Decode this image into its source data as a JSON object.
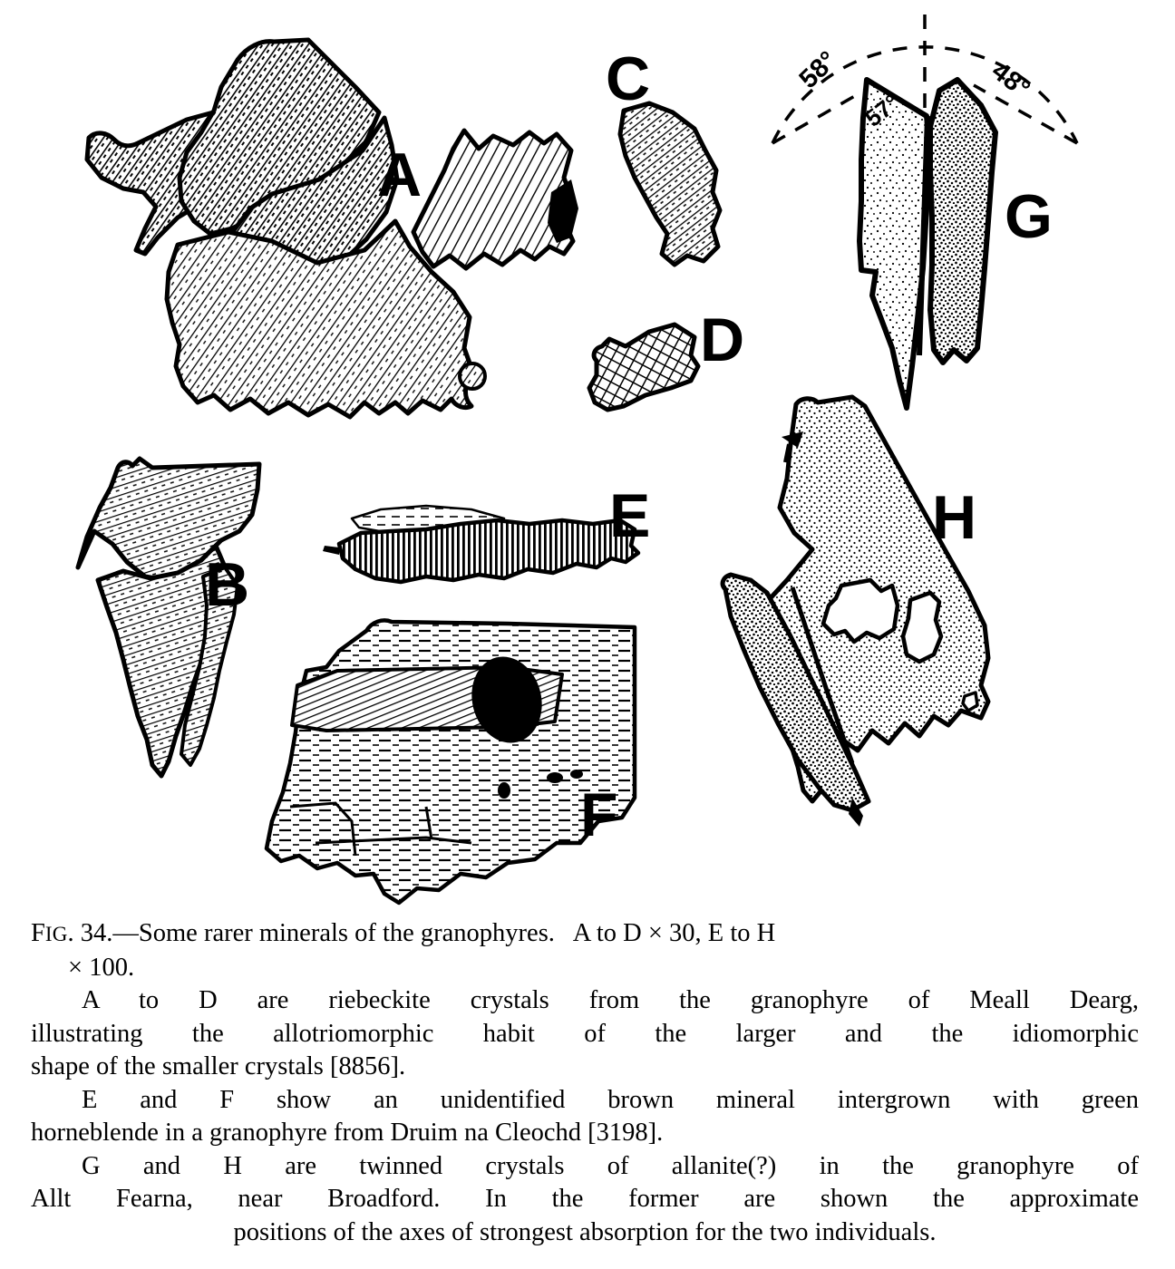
{
  "figure": {
    "plate_title": "Fig. 34 — Some rarer minerals of the granophyres",
    "specimens": [
      {
        "id": "A",
        "label": "A",
        "mineral": "riebeckite",
        "texture": "dense diagonal hatching"
      },
      {
        "id": "B",
        "label": "B",
        "mineral": "riebeckite",
        "texture": "diagonal hatching"
      },
      {
        "id": "C",
        "label": "C",
        "mineral": "riebeckite",
        "texture": "diagonal hatching"
      },
      {
        "id": "D",
        "label": "D",
        "mineral": "riebeckite",
        "texture": "cross hatching"
      },
      {
        "id": "E",
        "label": "E",
        "mineral": "brown mineral with green horneblende",
        "texture": "vertical hatching"
      },
      {
        "id": "F",
        "label": "F",
        "mineral": "brown mineral with green horneblende",
        "texture": "horizontal hatching"
      },
      {
        "id": "G",
        "label": "G",
        "mineral": "allanite(?)",
        "texture": "stipple"
      },
      {
        "id": "H",
        "label": "H",
        "mineral": "allanite(?)",
        "texture": "stipple"
      }
    ],
    "angle_annotations": [
      {
        "id": "left-angle",
        "value": "58°"
      },
      {
        "id": "right-angle",
        "value": "48°"
      },
      {
        "id": "inner-angle",
        "value": "57°"
      }
    ]
  },
  "caption": {
    "fig_prefix": "F",
    "fig_smallcaps": "IG",
    "fig_number": ". 34.—",
    "line1": "Some rarer minerals of the granophyres.   A to D × 30, E to H",
    "line2": "× 100.",
    "para1_line1": "A to D are riebeckite crystals from the granophyre of Meall Dearg,",
    "para1_line2": "illustrating the allotriomorphic habit of the larger and the idiomorphic",
    "para1_line3": "shape of the smaller crystals [8856].",
    "para2_line1": "E and F show an unidentified brown mineral intergrown with green",
    "para2_line2": "horneblende in a granophyre from Druim na Cleochd [3198].",
    "para3_line1": "G and H are twinned crystals of allanite(?) in the granophyre of",
    "para3_line2": "Allt Fearna, near Broadford.   In the former are shown the approximate",
    "para3_line3": "positions of the axes of strongest absorption for the two individuals."
  },
  "colors": {
    "ink": "#000000",
    "paper": "#ffffff"
  }
}
